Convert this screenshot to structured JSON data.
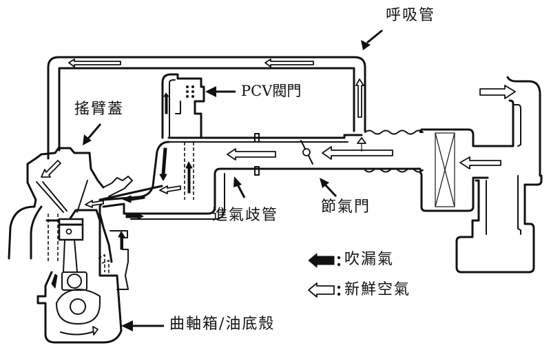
{
  "diagram": {
    "title": "PCV system airflow diagram",
    "labels": {
      "breather_hose": "呼吸管",
      "pcv_valve": "PCV閥門",
      "rocker_cover": "搖臂蓋",
      "intake_manifold": "進氣歧管",
      "throttle_valve": "節氣門",
      "crankcase_oil_pan": "曲軸箱/油底殼"
    },
    "legend": {
      "items": [
        {
          "icon": "solid-arrow-icon",
          "separator": ":",
          "label": "吹漏氣"
        },
        {
          "icon": "hollow-arrow-icon",
          "separator": ":",
          "label": "新鮮空氣"
        }
      ]
    },
    "components": [
      "engine-cylinder",
      "piston",
      "crankshaft",
      "rocker-cover",
      "pcv-valve",
      "intake-manifold",
      "throttle-valve",
      "air-filter",
      "air-intake-duct",
      "breather-hose"
    ],
    "colors": {
      "ink": "#111111",
      "background": "#ffffff"
    }
  }
}
